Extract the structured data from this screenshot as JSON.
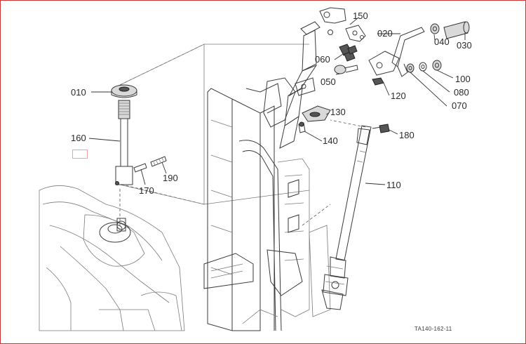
{
  "diagram": {
    "figure_code": "TA140-162-11",
    "parts": [
      {
        "id": "p010",
        "label": "010"
      },
      {
        "id": "p020",
        "label": "020"
      },
      {
        "id": "p030",
        "label": "030"
      },
      {
        "id": "p040",
        "label": "040"
      },
      {
        "id": "p050",
        "label": "050"
      },
      {
        "id": "p060",
        "label": "060"
      },
      {
        "id": "p070",
        "label": "070"
      },
      {
        "id": "p080",
        "label": "080"
      },
      {
        "id": "p100",
        "label": "100"
      },
      {
        "id": "p110",
        "label": "110"
      },
      {
        "id": "p120",
        "label": "120"
      },
      {
        "id": "p130",
        "label": "130"
      },
      {
        "id": "p140",
        "label": "140"
      },
      {
        "id": "p150",
        "label": "150"
      },
      {
        "id": "p160",
        "label": "160"
      },
      {
        "id": "p170",
        "label": "170"
      },
      {
        "id": "p180",
        "label": "180"
      },
      {
        "id": "p190",
        "label": "190"
      }
    ]
  }
}
